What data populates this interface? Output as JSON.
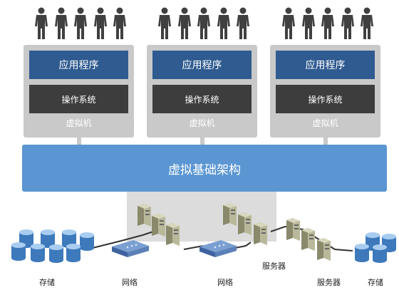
{
  "users_per_group": 5,
  "vms": [
    {
      "app": "应用程序",
      "os": "操作系统",
      "label": "虚拟机"
    },
    {
      "app": "应用程序",
      "os": "操作系统",
      "label": "虚拟机"
    },
    {
      "app": "应用程序",
      "os": "操作系统",
      "label": "虚拟机"
    }
  ],
  "infrastructure": "虚拟基础架构",
  "bottom_labels": {
    "storage_left": "存储",
    "network_left": "网络",
    "network_mid": "网络",
    "servers_mid": "服务器",
    "servers_right": "服务器",
    "storage_right": "存储"
  },
  "colors": {
    "app": "#2f5b90",
    "os": "#3d3d3d",
    "vm": "#c9c9c9",
    "infra": "#5b96d2",
    "user": "#404040",
    "server": "#b9b89a",
    "storage": "#4a87c9",
    "switch": "#5b80b8"
  }
}
